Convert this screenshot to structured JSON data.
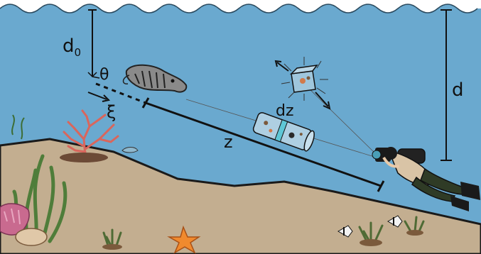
{
  "labels": {
    "d0_base": "d",
    "d0_sub": "0",
    "theta": "θ",
    "xi": "ξ",
    "z": "z",
    "dz": "dz",
    "d": "d"
  },
  "colors": {
    "water": "#6aa9cf",
    "sand": "#c3ae90",
    "seabed_outline": "#1a1a1a",
    "coral": "#d9665c",
    "seaweed": "#4f7d3a",
    "starfish": "#f08a2e",
    "diver_suit": "#222222",
    "diver_skin": "#e8c9a8",
    "fins": "#1a1a1a",
    "cylinder_stripe": "#5ec7d6"
  },
  "icons": {
    "cuttlefish": "cuttlefish-icon",
    "diver": "diver-camera-icon",
    "coral": "red-coral-icon",
    "seaweed": "seaweed-icon",
    "starfish": "starfish-icon",
    "reef_fish": "angelfish-icon",
    "cube": "light-cube-icon",
    "cylinder": "sample-cylinder-icon"
  }
}
